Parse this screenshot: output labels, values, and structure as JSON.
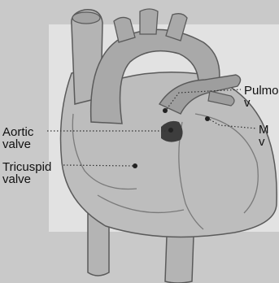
{
  "labels": {
    "aortic": "Aortic\nvalve",
    "tricuspid": "Tricuspid\nvalve",
    "pulmonary": "Pulmo\nv",
    "mitral": "M\nv"
  },
  "colors": {
    "background": "#c9c9c9",
    "panel": "#e2e2e2",
    "heart_light": "#bdbdbd",
    "heart_mid": "#a9a9a9",
    "heart_dark": "#8f8f8f",
    "outline": "#5a5a5a",
    "valve": "#3d3d3d",
    "leader": "#333333"
  }
}
